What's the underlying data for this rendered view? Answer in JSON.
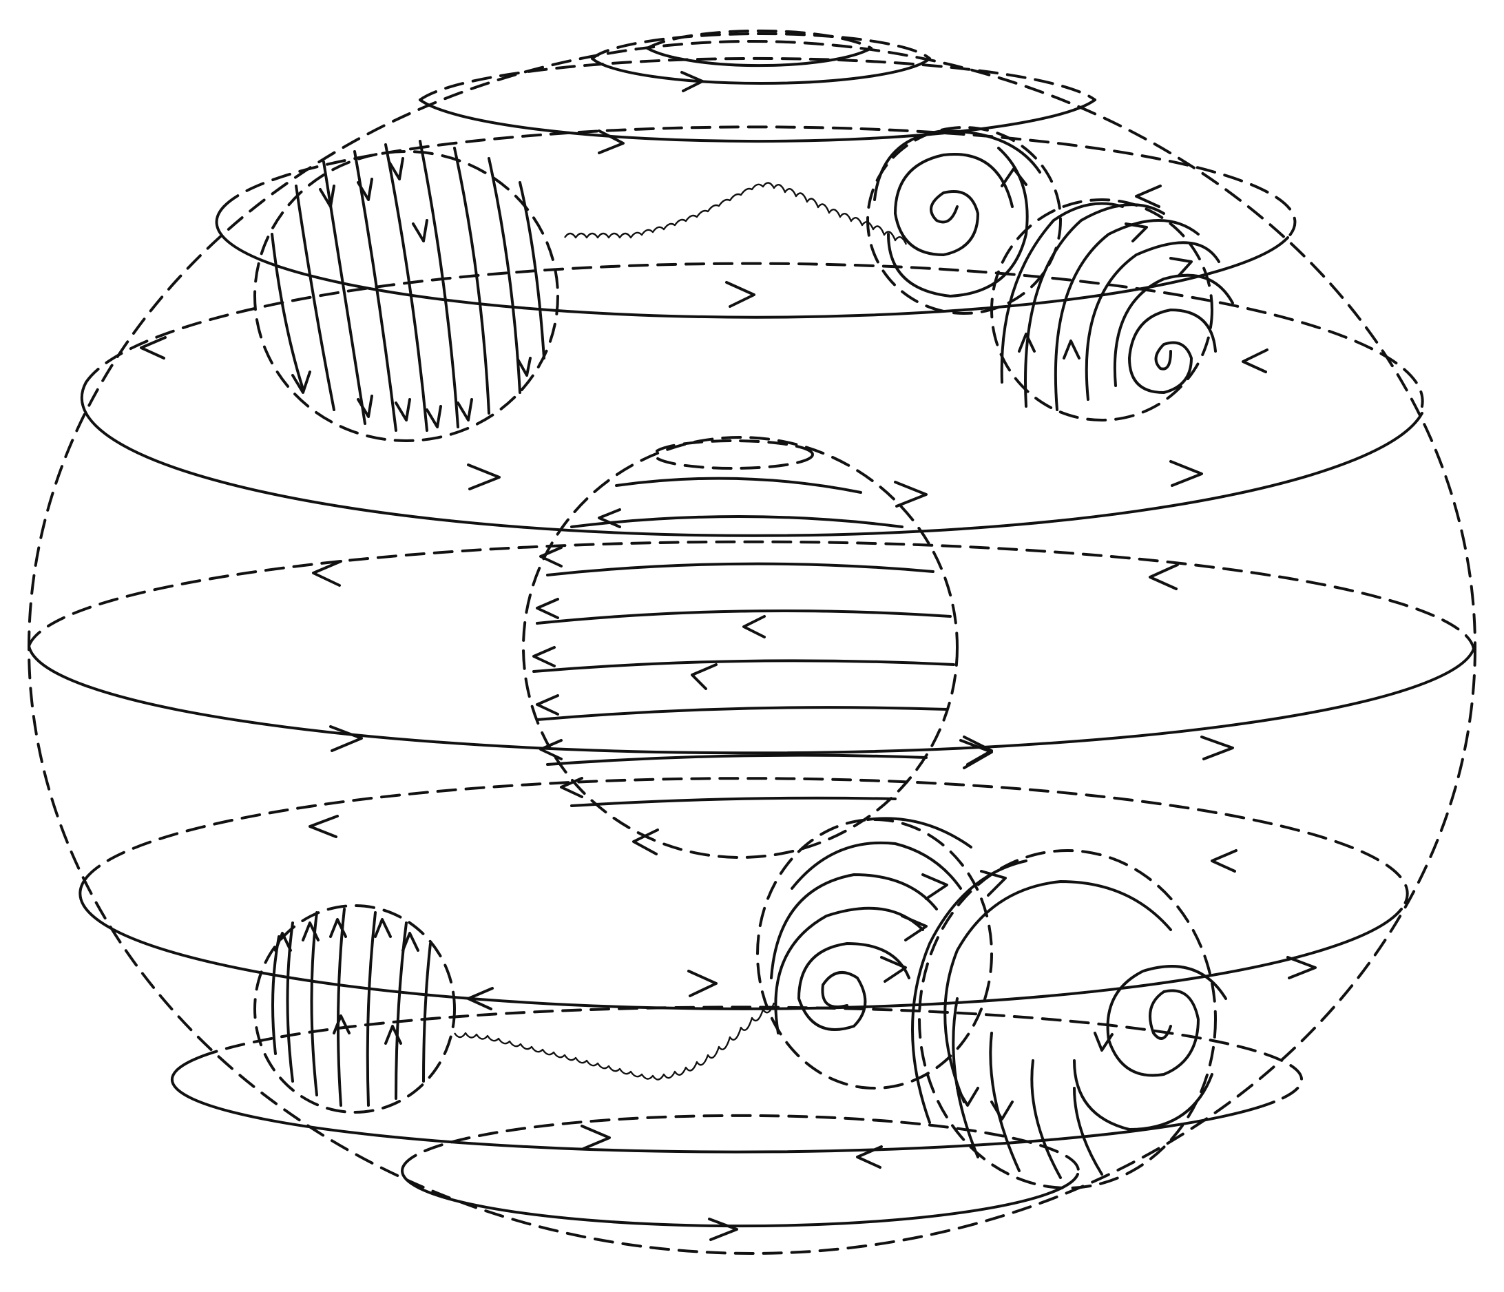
{
  "figure": {
    "description_visible_text": "",
    "line_color": "#111111",
    "background_color": "#ffffff",
    "elements": [
      "outer-sphere",
      "latitude-circles",
      "central-body",
      "upper-left-body",
      "upper-right-vortex-pair",
      "lower-left-body",
      "lower-right-vortex-pair",
      "wavy-connectors",
      "direction-arrows"
    ]
  }
}
